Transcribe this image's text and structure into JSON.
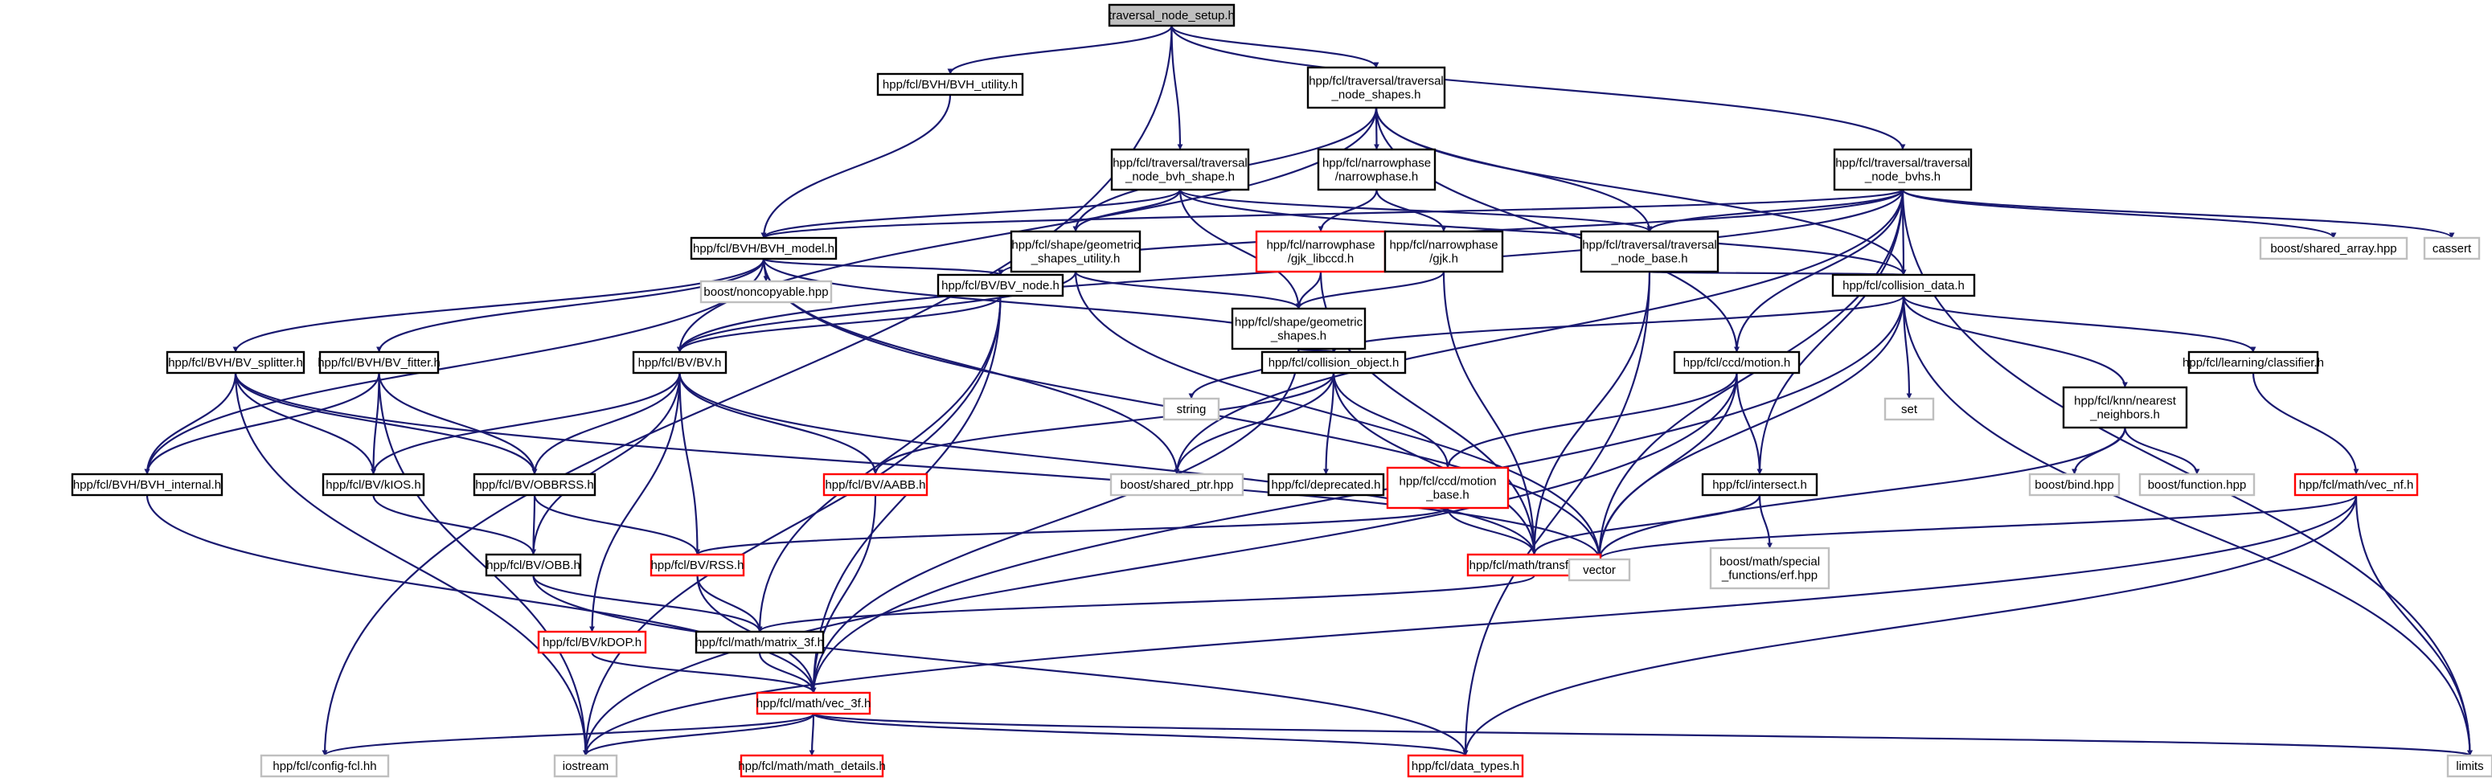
{
  "diagram": {
    "colors": {
      "edge": "#191970",
      "root_fill": "#bfbfbf",
      "normal_border": "#000000",
      "red_border": "#ff0000",
      "system_border": "#bfbfbf"
    },
    "nodes": [
      {
        "id": "root",
        "lines": [
          "traversal_node_setup.h"
        ],
        "style": "root"
      },
      {
        "id": "bvh_utility",
        "lines": [
          "hpp/fcl/BVH/BVH_utility.h"
        ],
        "style": "normal"
      },
      {
        "id": "tn_shapes",
        "lines": [
          "hpp/fcl/traversal/traversal",
          "_node_shapes.h"
        ],
        "style": "normal"
      },
      {
        "id": "tn_bvh_shape",
        "lines": [
          "hpp/fcl/traversal/traversal",
          "_node_bvh_shape.h"
        ],
        "style": "normal"
      },
      {
        "id": "narrowphase",
        "lines": [
          "hpp/fcl/narrowphase",
          "/narrowphase.h"
        ],
        "style": "normal"
      },
      {
        "id": "tn_bvhs",
        "lines": [
          "hpp/fcl/traversal/traversal",
          "_node_bvhs.h"
        ],
        "style": "normal"
      },
      {
        "id": "bvh_model",
        "lines": [
          "hpp/fcl/BVH/BVH_model.h"
        ],
        "style": "normal"
      },
      {
        "id": "geom_utility",
        "lines": [
          "hpp/fcl/shape/geometric",
          "_shapes_utility.h"
        ],
        "style": "normal"
      },
      {
        "id": "gjk_libccd",
        "lines": [
          "hpp/fcl/narrowphase",
          "/gjk_libccd.h"
        ],
        "style": "red"
      },
      {
        "id": "gjk",
        "lines": [
          "hpp/fcl/narrowphase",
          "/gjk.h"
        ],
        "style": "normal"
      },
      {
        "id": "tn_base",
        "lines": [
          "hpp/fcl/traversal/traversal",
          "_node_base.h"
        ],
        "style": "normal"
      },
      {
        "id": "shared_array",
        "lines": [
          "boost/shared_array.hpp"
        ],
        "style": "system"
      },
      {
        "id": "cassert",
        "lines": [
          "cassert"
        ],
        "style": "system"
      },
      {
        "id": "noncopyable",
        "lines": [
          "boost/noncopyable.hpp"
        ],
        "style": "system"
      },
      {
        "id": "bv_node",
        "lines": [
          "hpp/fcl/BV/BV_node.h"
        ],
        "style": "normal"
      },
      {
        "id": "geom_shapes",
        "lines": [
          "hpp/fcl/shape/geometric",
          "_shapes.h"
        ],
        "style": "normal"
      },
      {
        "id": "collision_data",
        "lines": [
          "hpp/fcl/collision_data.h"
        ],
        "style": "normal"
      },
      {
        "id": "bv_splitter",
        "lines": [
          "hpp/fcl/BVH/BV_splitter.h"
        ],
        "style": "normal"
      },
      {
        "id": "bv_fitter",
        "lines": [
          "hpp/fcl/BVH/BV_fitter.h"
        ],
        "style": "normal"
      },
      {
        "id": "bv",
        "lines": [
          "hpp/fcl/BV/BV.h"
        ],
        "style": "normal"
      },
      {
        "id": "string",
        "lines": [
          "string"
        ],
        "style": "system"
      },
      {
        "id": "collision_object",
        "lines": [
          "hpp/fcl/collision_object.h"
        ],
        "style": "normal"
      },
      {
        "id": "ccd_motion",
        "lines": [
          "hpp/fcl/ccd/motion.h"
        ],
        "style": "normal"
      },
      {
        "id": "set",
        "lines": [
          "set"
        ],
        "style": "system"
      },
      {
        "id": "knn",
        "lines": [
          "hpp/fcl/knn/nearest",
          "_neighbors.h"
        ],
        "style": "normal"
      },
      {
        "id": "classifier",
        "lines": [
          "hpp/fcl/learning/classifier.h"
        ],
        "style": "normal"
      },
      {
        "id": "bvh_internal",
        "lines": [
          "hpp/fcl/BVH/BVH_internal.h"
        ],
        "style": "normal"
      },
      {
        "id": "kios",
        "lines": [
          "hpp/fcl/BV/kIOS.h"
        ],
        "style": "normal"
      },
      {
        "id": "obbrss",
        "lines": [
          "hpp/fcl/BV/OBBRSS.h"
        ],
        "style": "normal"
      },
      {
        "id": "aabb",
        "lines": [
          "hpp/fcl/BV/AABB.h"
        ],
        "style": "red"
      },
      {
        "id": "shared_ptr",
        "lines": [
          "boost/shared_ptr.hpp"
        ],
        "style": "system"
      },
      {
        "id": "deprecated",
        "lines": [
          "hpp/fcl/deprecated.h"
        ],
        "style": "normal"
      },
      {
        "id": "motion_base",
        "lines": [
          "hpp/fcl/ccd/motion",
          "_base.h"
        ],
        "style": "red"
      },
      {
        "id": "intersect",
        "lines": [
          "hpp/fcl/intersect.h"
        ],
        "style": "normal"
      },
      {
        "id": "bind",
        "lines": [
          "boost/bind.hpp"
        ],
        "style": "system"
      },
      {
        "id": "function",
        "lines": [
          "boost/function.hpp"
        ],
        "style": "system"
      },
      {
        "id": "vec_nf",
        "lines": [
          "hpp/fcl/math/vec_nf.h"
        ],
        "style": "red"
      },
      {
        "id": "obb",
        "lines": [
          "hpp/fcl/BV/OBB.h"
        ],
        "style": "normal"
      },
      {
        "id": "rss",
        "lines": [
          "hpp/fcl/BV/RSS.h"
        ],
        "style": "red"
      },
      {
        "id": "transform",
        "lines": [
          "hpp/fcl/math/transform.h"
        ],
        "style": "red"
      },
      {
        "id": "vector",
        "lines": [
          "vector"
        ],
        "style": "system"
      },
      {
        "id": "special",
        "lines": [
          "boost/math/special",
          "_functions/erf.hpp"
        ],
        "style": "system"
      },
      {
        "id": "kdop",
        "lines": [
          "hpp/fcl/BV/kDOP.h"
        ],
        "style": "red"
      },
      {
        "id": "matrix3f",
        "lines": [
          "hpp/fcl/math/matrix_3f.h"
        ],
        "style": "normal"
      },
      {
        "id": "vec3f",
        "lines": [
          "hpp/fcl/math/vec_3f.h"
        ],
        "style": "red"
      },
      {
        "id": "config",
        "lines": [
          "hpp/fcl/config-fcl.hh"
        ],
        "style": "system"
      },
      {
        "id": "iostream",
        "lines": [
          "iostream"
        ],
        "style": "system"
      },
      {
        "id": "math_details",
        "lines": [
          "hpp/fcl/math/math_details.h"
        ],
        "style": "red"
      },
      {
        "id": "data_types",
        "lines": [
          "hpp/fcl/data_types.h"
        ],
        "style": "red"
      },
      {
        "id": "limits",
        "lines": [
          "limits"
        ],
        "style": "system"
      }
    ],
    "edges": [
      [
        "root",
        "bvh_utility"
      ],
      [
        "root",
        "tn_shapes"
      ],
      [
        "root",
        "tn_bvh_shape"
      ],
      [
        "root",
        "tn_bvhs"
      ],
      [
        "root",
        "config"
      ],
      [
        "bvh_utility",
        "bvh_model"
      ],
      [
        "tn_shapes",
        "narrowphase"
      ],
      [
        "tn_shapes",
        "geom_utility"
      ],
      [
        "tn_shapes",
        "tn_base"
      ],
      [
        "tn_shapes",
        "collision_data"
      ],
      [
        "tn_shapes",
        "bv"
      ],
      [
        "tn_shapes",
        "ccd_motion"
      ],
      [
        "tn_bvh_shape",
        "bvh_model"
      ],
      [
        "tn_bvh_shape",
        "geom_utility"
      ],
      [
        "tn_bvh_shape",
        "geom_shapes"
      ],
      [
        "tn_bvh_shape",
        "tn_base"
      ],
      [
        "tn_bvh_shape",
        "collision_data"
      ],
      [
        "narrowphase",
        "gjk_libccd"
      ],
      [
        "narrowphase",
        "gjk"
      ],
      [
        "tn_bvhs",
        "bvh_model"
      ],
      [
        "tn_bvhs",
        "tn_base"
      ],
      [
        "tn_bvhs",
        "collision_data"
      ],
      [
        "tn_bvhs",
        "shared_array"
      ],
      [
        "tn_bvhs",
        "cassert"
      ],
      [
        "tn_bvhs",
        "bv_node"
      ],
      [
        "tn_bvhs",
        "bv"
      ],
      [
        "tn_bvhs",
        "ccd_motion"
      ],
      [
        "tn_bvhs",
        "intersect"
      ],
      [
        "tn_bvhs",
        "shared_ptr"
      ],
      [
        "tn_bvhs",
        "vector"
      ],
      [
        "tn_bvhs",
        "limits"
      ],
      [
        "bvh_model",
        "noncopyable"
      ],
      [
        "bvh_model",
        "bv_node"
      ],
      [
        "bvh_model",
        "collision_object"
      ],
      [
        "bvh_model",
        "bv_splitter"
      ],
      [
        "bvh_model",
        "bv_fitter"
      ],
      [
        "bvh_model",
        "bvh_internal"
      ],
      [
        "bvh_model",
        "shared_ptr"
      ],
      [
        "bvh_model",
        "vector"
      ],
      [
        "geom_utility",
        "geom_shapes"
      ],
      [
        "geom_utility",
        "bv"
      ],
      [
        "geom_utility",
        "vector"
      ],
      [
        "gjk_libccd",
        "geom_shapes"
      ],
      [
        "gjk_libccd",
        "transform"
      ],
      [
        "gjk",
        "geom_shapes"
      ],
      [
        "gjk",
        "transform"
      ],
      [
        "tn_base",
        "collision_data"
      ],
      [
        "tn_base",
        "transform"
      ],
      [
        "tn_base",
        "data_types"
      ],
      [
        "bv_node",
        "bv"
      ],
      [
        "bv_node",
        "matrix3f"
      ],
      [
        "bv_node",
        "vec3f"
      ],
      [
        "bv_node",
        "iostream"
      ],
      [
        "geom_shapes",
        "string"
      ],
      [
        "geom_shapes",
        "collision_object"
      ],
      [
        "geom_shapes",
        "vec3f"
      ],
      [
        "collision_data",
        "collision_object"
      ],
      [
        "collision_data",
        "set"
      ],
      [
        "collision_data",
        "knn"
      ],
      [
        "collision_data",
        "classifier"
      ],
      [
        "collision_data",
        "vector"
      ],
      [
        "collision_data",
        "limits"
      ],
      [
        "collision_data",
        "vec3f"
      ],
      [
        "bv_splitter",
        "bvh_internal"
      ],
      [
        "bv_splitter",
        "kios"
      ],
      [
        "bv_splitter",
        "obbrss"
      ],
      [
        "bv_splitter",
        "vector"
      ],
      [
        "bv_splitter",
        "iostream"
      ],
      [
        "bv_fitter",
        "bvh_internal"
      ],
      [
        "bv_fitter",
        "kios"
      ],
      [
        "bv_fitter",
        "obbrss"
      ],
      [
        "bv_fitter",
        "iostream"
      ],
      [
        "bv",
        "kios"
      ],
      [
        "bv",
        "obbrss"
      ],
      [
        "bv",
        "aabb"
      ],
      [
        "bv",
        "obb"
      ],
      [
        "bv",
        "rss"
      ],
      [
        "bv",
        "kdop"
      ],
      [
        "bv",
        "transform"
      ],
      [
        "collision_object",
        "shared_ptr"
      ],
      [
        "collision_object",
        "deprecated"
      ],
      [
        "collision_object",
        "motion_base"
      ],
      [
        "collision_object",
        "aabb"
      ],
      [
        "collision_object",
        "transform"
      ],
      [
        "ccd_motion",
        "motion_base"
      ],
      [
        "ccd_motion",
        "intersect"
      ],
      [
        "ccd_motion",
        "vector"
      ],
      [
        "ccd_motion",
        "iostream"
      ],
      [
        "knn",
        "bind"
      ],
      [
        "knn",
        "function"
      ],
      [
        "knn",
        "vector"
      ],
      [
        "classifier",
        "vec_nf"
      ],
      [
        "bvh_internal",
        "vec3f"
      ],
      [
        "kios",
        "obb"
      ],
      [
        "obbrss",
        "obb"
      ],
      [
        "obbrss",
        "rss"
      ],
      [
        "aabb",
        "vec3f"
      ],
      [
        "motion_base",
        "transform"
      ],
      [
        "motion_base",
        "rss"
      ],
      [
        "intersect",
        "transform"
      ],
      [
        "intersect",
        "special"
      ],
      [
        "vec_nf",
        "vector"
      ],
      [
        "vec_nf",
        "limits"
      ],
      [
        "vec_nf",
        "data_types"
      ],
      [
        "vec_nf",
        "iostream"
      ],
      [
        "obb",
        "matrix3f"
      ],
      [
        "obb",
        "data_types"
      ],
      [
        "rss",
        "matrix3f"
      ],
      [
        "rss",
        "vec3f"
      ],
      [
        "transform",
        "matrix3f"
      ],
      [
        "kdop",
        "vec3f"
      ],
      [
        "matrix3f",
        "vec3f"
      ],
      [
        "vec3f",
        "config"
      ],
      [
        "vec3f",
        "iostream"
      ],
      [
        "vec3f",
        "math_details"
      ],
      [
        "vec3f",
        "data_types"
      ],
      [
        "vec3f",
        "limits"
      ]
    ]
  }
}
